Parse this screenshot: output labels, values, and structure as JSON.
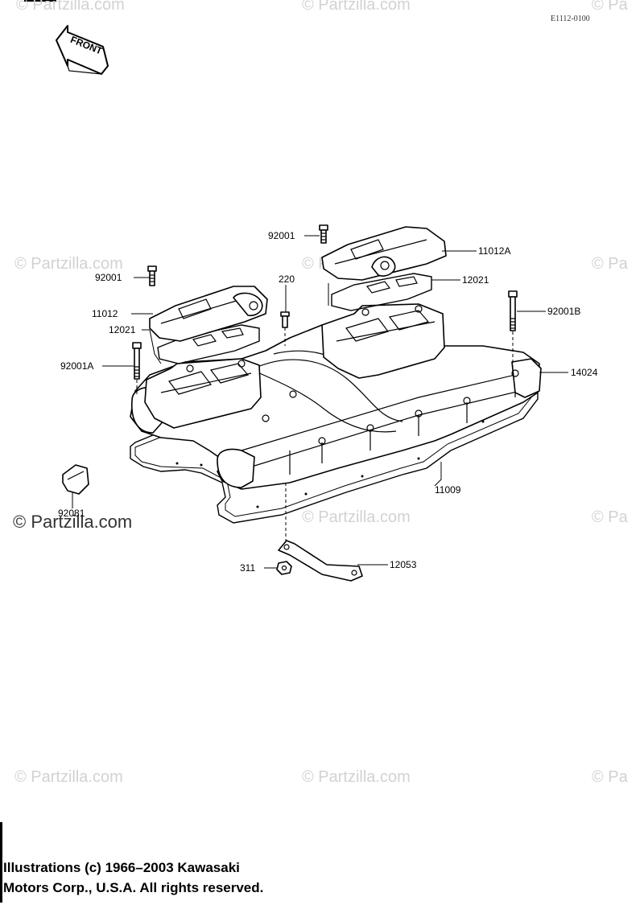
{
  "watermarks": {
    "text": "© Partzilla.com",
    "short": "© Pa"
  },
  "diagram_code": "E1112-0100",
  "front_arrow": {
    "label": "FRONT"
  },
  "labels": {
    "p92001_top": "92001",
    "p11012A": "11012A",
    "p92001_left": "92001",
    "p220": "220",
    "p12021_right": "12021",
    "p11012": "11012",
    "p92001B": "92001B",
    "p12021_left": "12021",
    "p92001A": "92001A",
    "p14024": "14024",
    "p11009": "11009",
    "p92081": "92081",
    "p311": "311",
    "p12053": "12053"
  },
  "copyright": {
    "line1": "Illustrations (c) 1966–2003 Kawasaki",
    "line2": "Motors Corp., U.S.A.  All rights reserved."
  }
}
